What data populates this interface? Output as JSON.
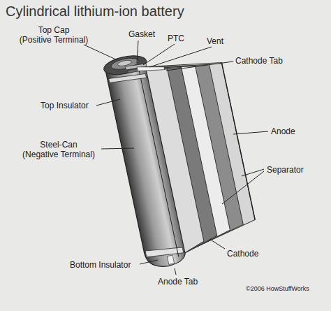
{
  "diagram": {
    "title": "Cylindrical lithium-ion battery",
    "labels": [
      "Top Cap (Positive Terminal)",
      "Gasket",
      "PTC",
      "Vent",
      "Cathode Tab",
      "Top Insulator",
      "Steel-Can (Negative Terminal)",
      "Anode",
      "Separator",
      "Cathode",
      "Bottom Insulator",
      "Anode Tab",
      "©2006 HowStuffWorks"
    ]
  }
}
